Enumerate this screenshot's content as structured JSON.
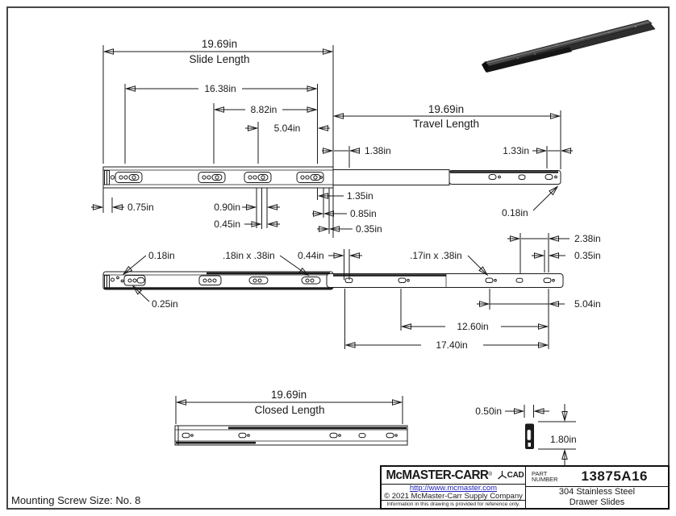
{
  "drawing": {
    "note_mounting_screw": "Mounting Screw Size: No. 8",
    "top_view": {
      "slide_length_value": "19.69in",
      "slide_length_label": "Slide Length",
      "dim_16_38": "16.38in",
      "dim_8_82": "8.82in",
      "dim_5_04": "5.04in",
      "travel_length_value": "19.69in",
      "travel_length_label": "Travel Length",
      "dim_1_38": "1.38in",
      "dim_1_33": "1.33in",
      "dim_0_18": "0.18in",
      "dim_0_75": "0.75in",
      "dim_0_90": "0.90in",
      "dim_0_45": "0.45in",
      "dim_1_35": "1.35in",
      "dim_0_85": "0.85in",
      "dim_0_35": "0.35in"
    },
    "side_view": {
      "dim_0_18": "0.18in",
      "dim_0_25": "0.25in",
      "slot_small": ".18in x .38in",
      "dim_0_44": "0.44in",
      "slot_large": ".17in x .38in",
      "dim_2_38": "2.38in",
      "dim_0_35": "0.35in",
      "dim_5_04": "5.04in",
      "dim_12_60": "12.60in",
      "dim_17_40": "17.40in"
    },
    "closed_view": {
      "closed_length_value": "19.69in",
      "closed_length_label": "Closed Length",
      "dim_0_50": "0.50in",
      "dim_1_80": "1.80in"
    }
  },
  "title_block": {
    "brand": "McMASTER-CARR",
    "reg": "®",
    "cad": "CAD",
    "part_label_line1": "PART",
    "part_label_line2": "NUMBER",
    "part_number": "13875A16",
    "url": "http://www.mcmaster.com",
    "copyright": "© 2021 McMaster-Carr Supply Company",
    "disclaimer": "Information in this drawing is provided for reference only.",
    "material": "304 Stainless Steel",
    "product": "Drawer Slides"
  },
  "colors": {
    "line": "#1a1a1a",
    "link": "#2222bb"
  }
}
